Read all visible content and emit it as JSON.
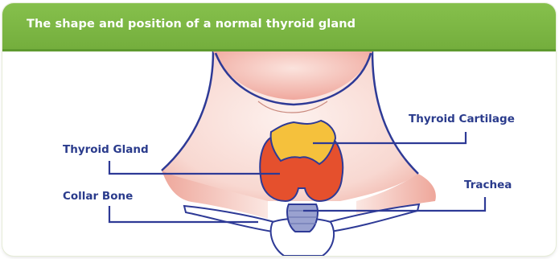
{
  "header": {
    "title": "The shape and position of a normal thyroid gland"
  },
  "labels": {
    "thyroid_gland": "Thyroid Gland",
    "collar_bone": "Collar Bone",
    "thyroid_cartilage": "Thyroid Cartilage",
    "trachea": "Trachea"
  },
  "colors": {
    "header_green": "#7cb744",
    "outline_blue": "#2e3a96",
    "label_blue": "#2a3b8c",
    "skin_pink": "#f6cfc6",
    "gland_red": "#e5502d",
    "cartilage_yellow": "#f5c13c",
    "trachea_blue": "#9aa2d0"
  }
}
